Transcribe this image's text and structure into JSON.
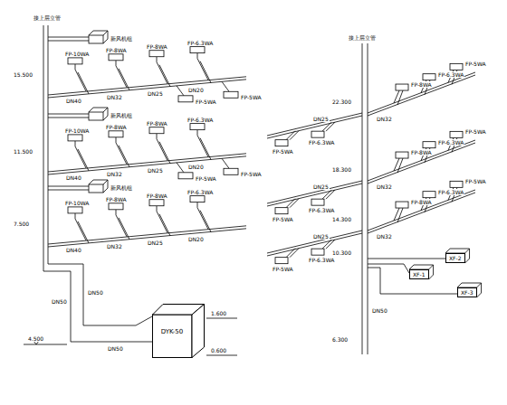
{
  "diagram": {
    "nodes": [
      {
        "text": [
          "DYK-50"
        ]
      },
      {
        "text": [
          "XF-1"
        ]
      },
      {
        "text": [
          "XF-2"
        ]
      },
      {
        "text": [
          "XF-3"
        ]
      }
    ],
    "labels": [
      "接上层立管",
      "15.500",
      "新风机组",
      "FP-10WA",
      "FP-8WA",
      "FP-8WA",
      "FP-6.3WA",
      "DN40",
      "DN32",
      "DN25",
      "DN20",
      "FP-5WA",
      "FP-5WA",
      "11.500",
      "新风机组",
      "FP-10WA",
      "FP-8WA",
      "FP-8WA",
      "FP-6.3WA",
      "DN40",
      "DN32",
      "DN25",
      "DN20",
      "FP-5WA",
      "FP-5WA",
      "7.500",
      "新风机组",
      "FP-10WA",
      "FP-8WA",
      "FP-8WA",
      "FP-6.3WA",
      "DN40",
      "DN32",
      "DN25",
      "DN20",
      "DN50",
      "DN50",
      "DN50",
      "4.500",
      "1.600",
      "0.600",
      "接上层立管",
      "22.300",
      "FP-8WA",
      "FP-6.3WA",
      "FP-5WA",
      "FP-6.3WA",
      "FP-5WA",
      "DN32",
      "DN25",
      "18.300",
      "FP-8WA",
      "FP-6.3WA",
      "FP-5WA",
      "FP-6.3WA",
      "FP-5WA",
      "DN32",
      "DN25",
      "14.300",
      "FP-8WA",
      "FP-6.3WA",
      "FP-5WA",
      "FP-6.3WA",
      "FP-5WA",
      "DN32",
      "DN25",
      "10.300",
      "DN50",
      "6.300"
    ]
  }
}
